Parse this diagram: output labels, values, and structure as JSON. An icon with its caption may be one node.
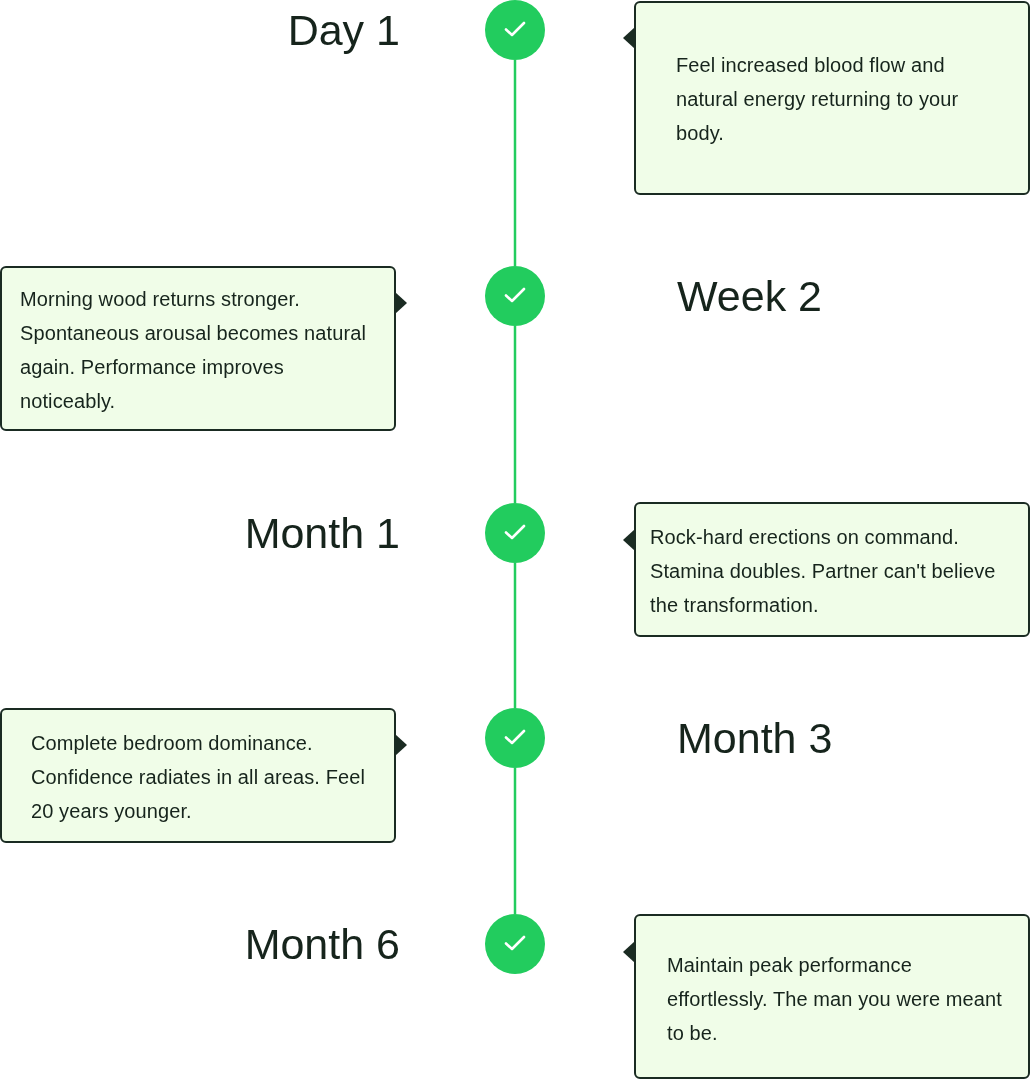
{
  "diagram": {
    "nodes": [
      {
        "text": [],
        "shape": "circle",
        "beside": [
          "Day 1"
        ]
      },
      {
        "text": [
          "Feel increased blood flow and natural energy returning to your body."
        ]
      },
      {
        "text": [
          "Morning wood returns stronger. Spontaneous arousal becomes natural again. Performance improves noticeably."
        ]
      },
      {
        "text": [],
        "shape": "circle",
        "beside": [
          "Week 2"
        ]
      },
      {
        "text": [],
        "shape": "circle",
        "beside": [
          "Month 1"
        ]
      },
      {
        "text": [
          "Rock-hard erections on command. Stamina doubles. Partner can't believe the transformation."
        ]
      },
      {
        "text": [
          "Complete bedroom dominance. Confidence radiates in all areas. Feel 20 years younger."
        ]
      },
      {
        "text": [],
        "shape": "circle",
        "beside": [
          "Month 3"
        ]
      },
      {
        "text": [],
        "shape": "circle",
        "beside": [
          "Month 6"
        ]
      },
      {
        "text": [
          "Maintain peak performance effortlessly. The man you were meant to be."
        ]
      }
    ],
    "edges": [
      {
        "from": 0,
        "to": 3,
        "arrow": "none"
      },
      {
        "from": 3,
        "to": 4,
        "arrow": "none"
      },
      {
        "from": 4,
        "to": 7,
        "arrow": "none"
      },
      {
        "from": 7,
        "to": 8,
        "arrow": "none"
      }
    ]
  }
}
